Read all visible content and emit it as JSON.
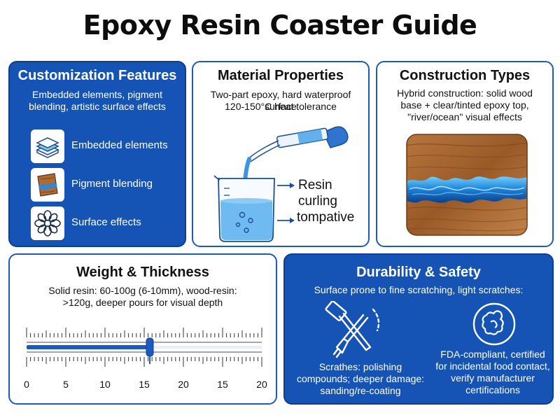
{
  "page": {
    "title": "Epoxy Resin Coaster Guide"
  },
  "customization": {
    "title": "Customization Features",
    "description": "Embedded elements, pigment blending, artistic surface effects",
    "items": [
      {
        "label": "Embedded elements",
        "icon": "layers-icon"
      },
      {
        "label": "Pigment blending",
        "icon": "wood-resin-swatch-icon"
      },
      {
        "label": "Surface effects",
        "icon": "flower-icon"
      }
    ]
  },
  "material": {
    "title": "Material Properties",
    "description_line1": "Two-part epoxy, hard waterproof surface",
    "description_line2": "120-150°C heat tolerance",
    "flow_label_1": "Resin",
    "flow_label_2": "curling",
    "flow_label_3": "tompative",
    "icons": [
      "dropper-icon",
      "beaker-icon",
      "arrow-right-icon"
    ],
    "colors": {
      "liquid": "#4aa3e8",
      "accent": "#1a5bbd"
    }
  },
  "construction": {
    "title": "Construction Types",
    "description": "Hybrid construction: solid wood base + clear/tinted epoxy top, \"river/ocean\" visual effects",
    "icons": [
      "river-coaster-image"
    ],
    "colors": {
      "wood": "#a0602c",
      "river": "#1f8fe0"
    }
  },
  "weight": {
    "title": "Weight & Thickness",
    "description": "Solid resin: 60-100g (6-10mm), wood-resin: >120g, deeper pours for visual depth",
    "ruler_labels": [
      "0",
      "5",
      "10",
      "15",
      "20",
      "15",
      "20"
    ],
    "slider_value": 16,
    "icons": [
      "ruler-icon",
      "slider-handle-icon"
    ]
  },
  "durability": {
    "title": "Durability & Safety",
    "description": "Surface prone to fine scratching, light scratches:",
    "left_text": "Scrathes: polishing compounds; deeper damage: sanding/re-coating",
    "right_text": "FDA-compliant, certified for incidental food contact, verify manufacturer certifications",
    "icons": [
      "hammer-brush-icon",
      "fda-shield-icon"
    ]
  }
}
